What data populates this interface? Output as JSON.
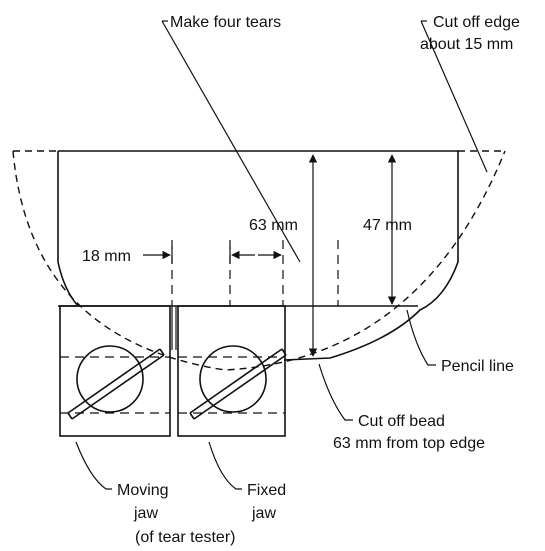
{
  "labels": {
    "make_tears": "Make four tears",
    "cut_edge_1": "Cut off edge",
    "cut_edge_2": "about 15 mm",
    "dim_63": "63 mm",
    "dim_47": "47 mm",
    "dim_18": "18 mm",
    "pencil_line": "Pencil line",
    "cut_bead_1": "Cut off bead",
    "cut_bead_2": "63 mm from top edge",
    "moving_1": "Moving",
    "moving_2": "jaw",
    "fixed_1": "Fixed",
    "fixed_2": "jaw",
    "tester": "(of tear tester)"
  }
}
